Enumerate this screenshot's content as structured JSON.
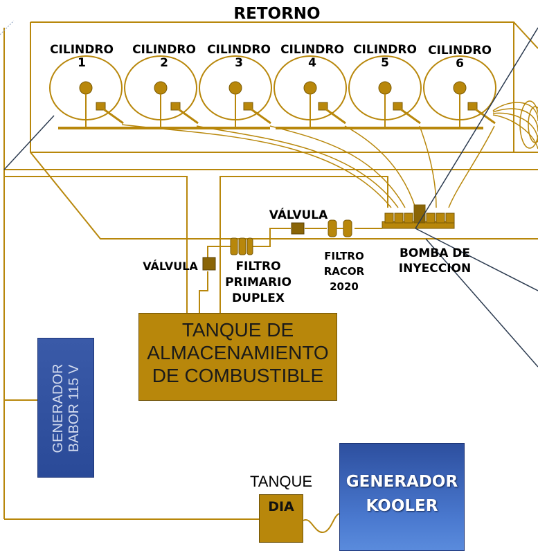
{
  "title": "RETORNO",
  "cylinders": [
    {
      "label": "CILINDRO",
      "num": "1"
    },
    {
      "label": "CILINDRO",
      "num": "2"
    },
    {
      "label": "CILINDRO",
      "num": "3"
    },
    {
      "label": "CILINDRO",
      "num": "4"
    },
    {
      "label": "CILINDRO",
      "num": "5"
    },
    {
      "label": "CILINDRO",
      "num": "6"
    }
  ],
  "valve_top": "VÁLVULA",
  "valve_left": "VÁLVULA",
  "filter_primary": [
    "FILTRO",
    "PRIMARIO",
    "DUPLEX"
  ],
  "filter_racor": [
    "FILTRO",
    "RACOR",
    "2020"
  ],
  "pump": [
    "BOMBA DE",
    "INYECCION"
  ],
  "storage_tank": [
    "TANQUE DE",
    "ALMACENAMIENTO",
    "DE COMBUSTIBLE"
  ],
  "generator_babor": [
    "GENERADOR",
    "BABOR 115 V"
  ],
  "day_tank_title": "TANQUE",
  "day_tank_label": "DIA",
  "generator_kooler": [
    "GENERADOR",
    "KOOLER"
  ],
  "colors": {
    "line": "#b8870b",
    "fill": "#b8870b",
    "dark": "#7a5a05",
    "blue": "#2f4f9f"
  }
}
